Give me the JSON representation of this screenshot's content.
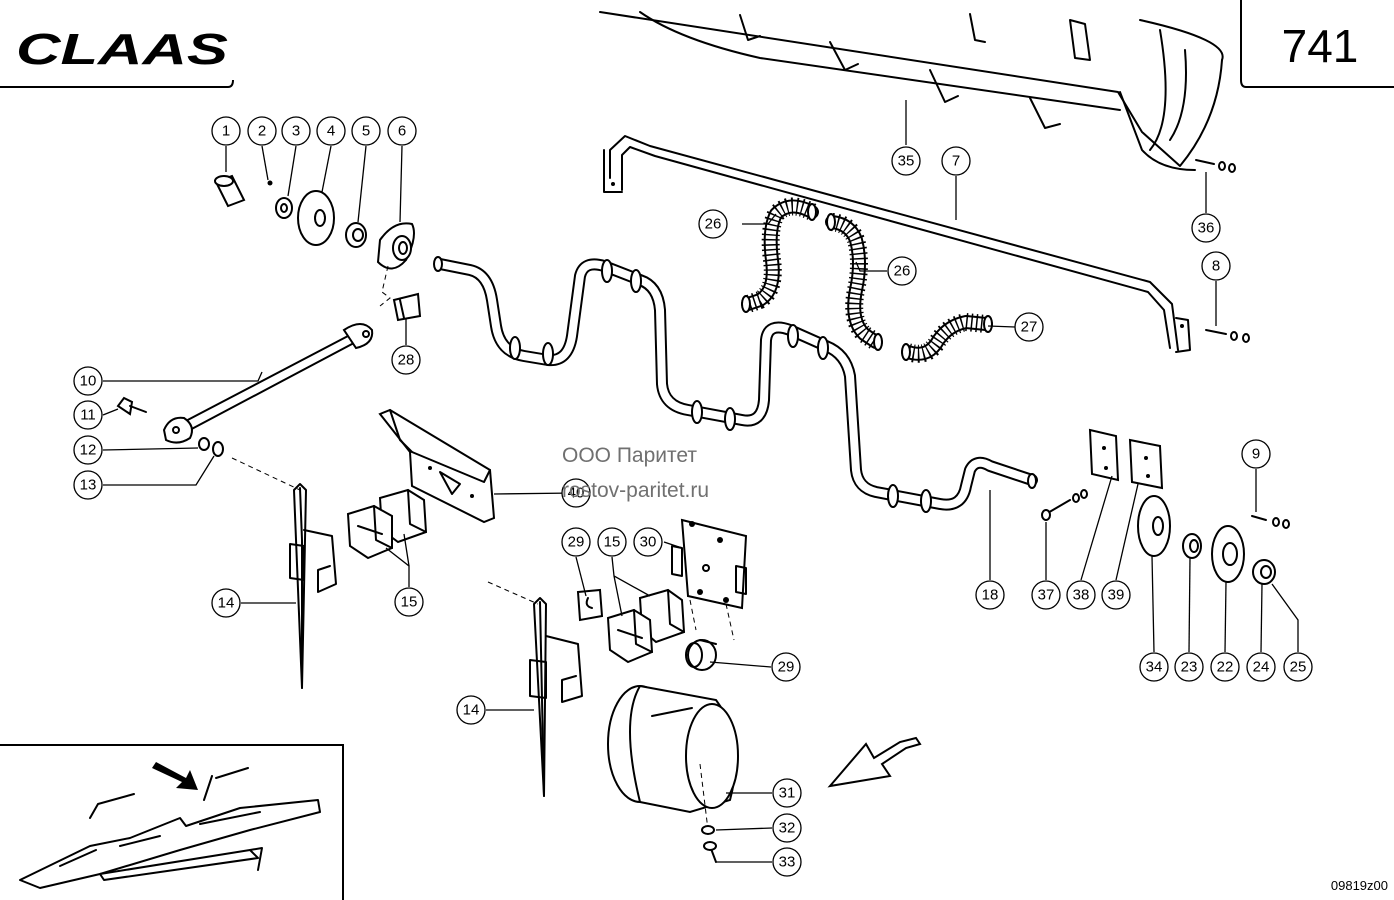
{
  "header": {
    "brand": "CLAAS",
    "page_number": "741"
  },
  "watermark": {
    "company": "ООО Паритет",
    "site": "rostov-paritet.ru"
  },
  "drawing_id": "09819z00",
  "callouts": {
    "c1": "1",
    "c2": "2",
    "c3": "3",
    "c4": "4",
    "c5": "5",
    "c6": "6",
    "c7": "7",
    "c8": "8",
    "c9": "9",
    "c10": "10",
    "c11": "11",
    "c12": "12",
    "c13": "13",
    "c14a": "14",
    "c14b": "14",
    "c15a": "15",
    "c15b": "15",
    "c18": "18",
    "c22": "22",
    "c23": "23",
    "c24": "24",
    "c25": "25",
    "c26a": "26",
    "c26b": "26",
    "c27": "27",
    "c28": "28",
    "c29a": "29",
    "c29b": "29",
    "c30": "30",
    "c31": "31",
    "c32": "32",
    "c33": "33",
    "c34": "34",
    "c35": "35",
    "c36": "36",
    "c37": "37",
    "c38": "38",
    "c39": "39",
    "c40": "40"
  }
}
